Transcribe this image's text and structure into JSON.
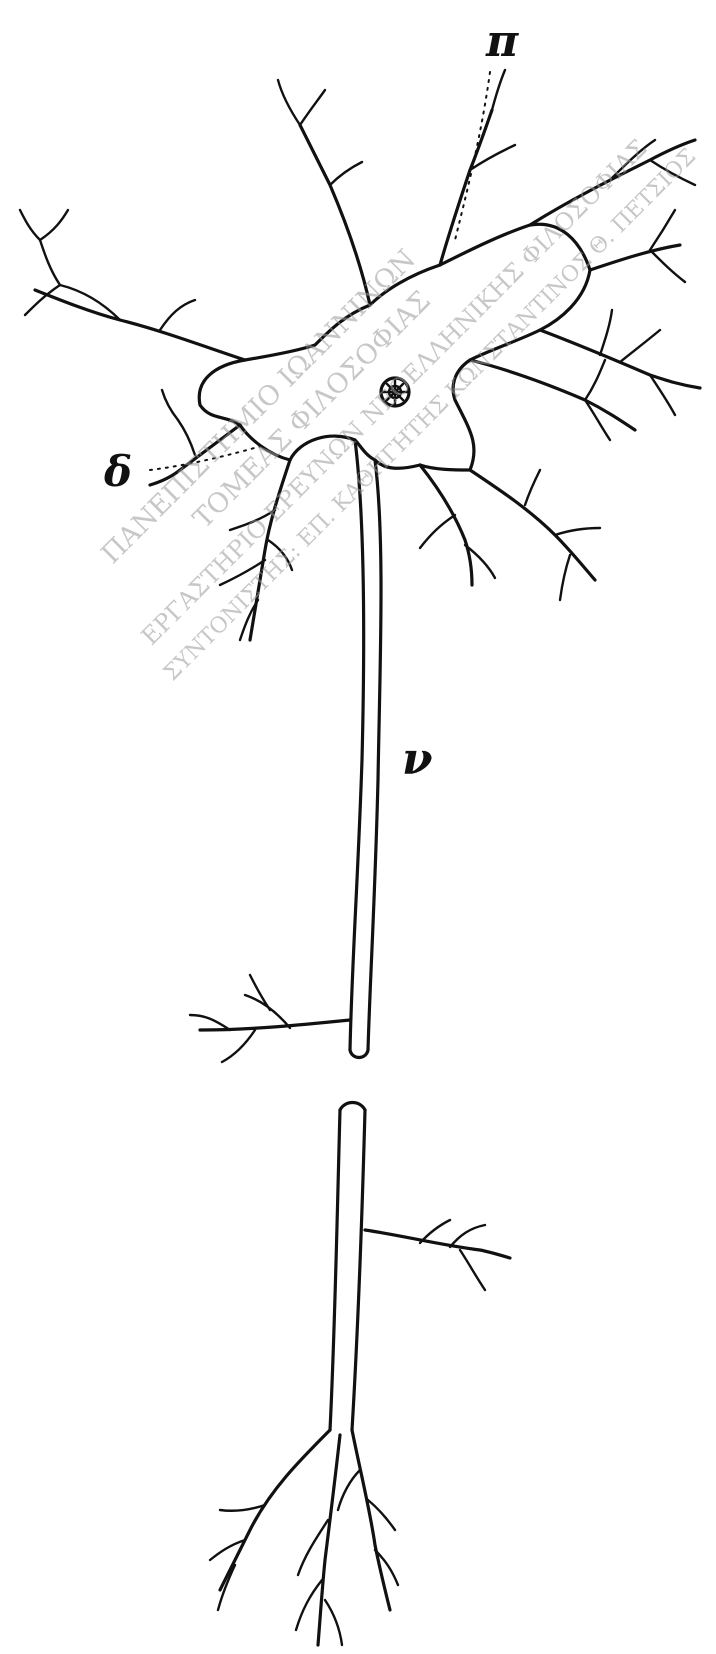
{
  "figure": {
    "labels": {
      "pi": "π",
      "delta": "δ",
      "nu": "ν"
    },
    "watermark": {
      "line1": "ΠΑΝΕΠΙΣΤΗΜΙΟ ΙΩΑΝΝΙΝΩΝ",
      "line2": "ΤΟΜΕΑΣ ΦΙΛΟΣΟΦΙΑΣ",
      "line3": "ΕΡΓΑΣΤΗΡΙΟ ΕΡΕΥΝΩΝ ΝΕΟΕΛΛΗΝΙΚΗΣ ΦΙΛΟΣΟΦΙΑΣ",
      "line4": "ΣΥΝΤΟΝΙΣΤΗΣ: ΕΠ. ΚΑΘΗΓΗΤΗΣ ΚΩΝΣΤΑΝΤΙΝΟΣ Θ. ΠΕΤΣΙΟΣ"
    }
  }
}
